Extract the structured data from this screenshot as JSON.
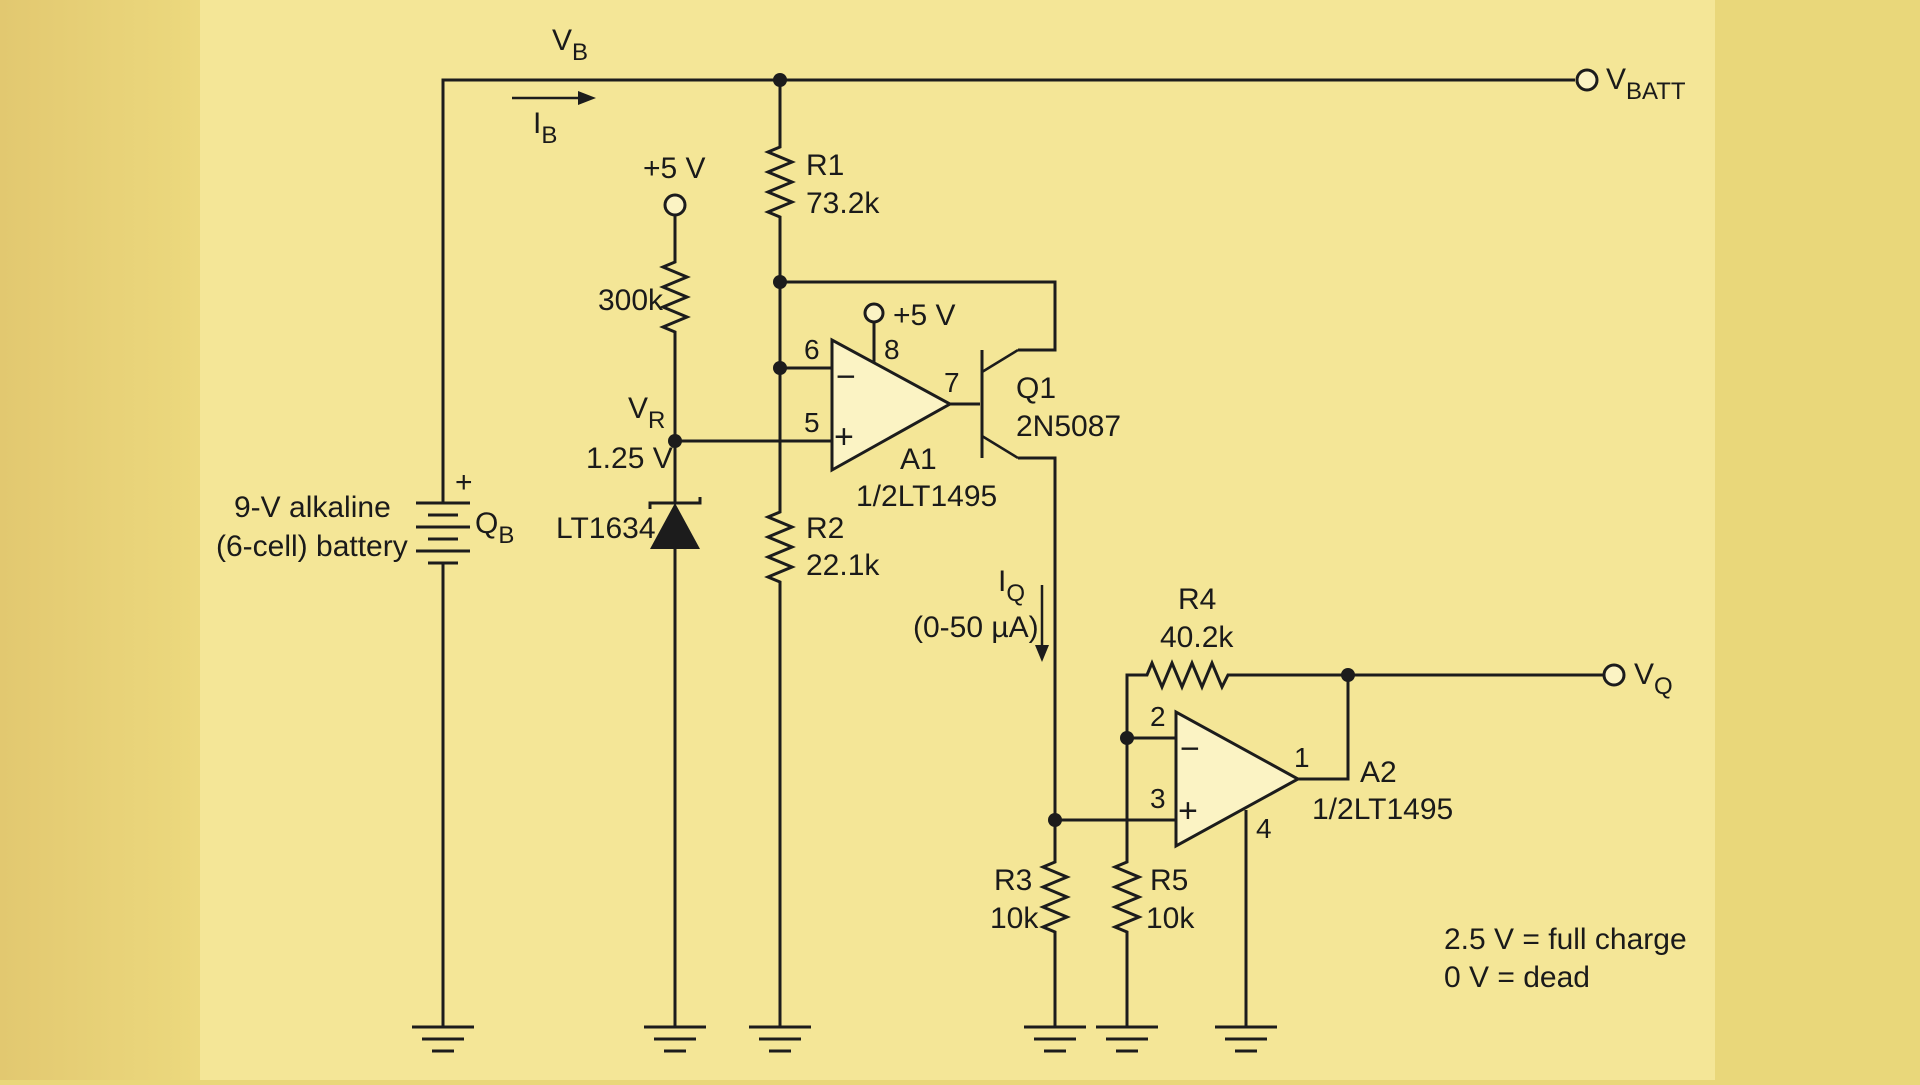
{
  "colors": {
    "background": "#e9d77a",
    "panel": "#f5e79a",
    "ink": "#1c1c1c"
  },
  "nodes": {
    "vb": {
      "main": "V",
      "sub": "B"
    },
    "ib": {
      "main": "I",
      "sub": "B"
    },
    "vbatt": {
      "main": "V",
      "sub": "BATT"
    },
    "vr": {
      "main": "V",
      "sub": "R",
      "value": "1.25 V"
    },
    "iq": {
      "main": "I",
      "sub": "Q",
      "range": "(0-50 µA)"
    },
    "vq": {
      "main": "V",
      "sub": "Q"
    }
  },
  "supplies": {
    "plus5_left": "+5 V",
    "plus5_a1": "+5 V"
  },
  "battery": {
    "line1": "9-V alkaline",
    "line2": "(6-cell) battery",
    "polarity": "+",
    "ref_main": "Q",
    "ref_sub": "B"
  },
  "components": {
    "r1": {
      "name": "R1",
      "value": "73.2k"
    },
    "r2": {
      "name": "R2",
      "value": "22.1k"
    },
    "r3": {
      "name": "R3",
      "value": "10k"
    },
    "r4": {
      "name": "R4",
      "value": "40.2k"
    },
    "r5": {
      "name": "R5",
      "value": "10k"
    },
    "r300k": {
      "value": "300k"
    },
    "ref_diode": {
      "name": "LT1634"
    },
    "q1": {
      "name": "Q1",
      "part": "2N5087"
    },
    "a1": {
      "name": "A1",
      "part": "1/2LT1495",
      "pins": {
        "inv": "6",
        "noninv": "5",
        "out": "7",
        "vplus": "8"
      }
    },
    "a2": {
      "name": "A2",
      "part": "1/2LT1495",
      "pins": {
        "inv": "2",
        "noninv": "3",
        "out": "1",
        "gnd": "4"
      }
    }
  },
  "opamp_symbols": {
    "minus": "−",
    "plus": "+"
  },
  "note": {
    "line1": "2.5 V = full charge",
    "line2": "0 V = dead"
  }
}
